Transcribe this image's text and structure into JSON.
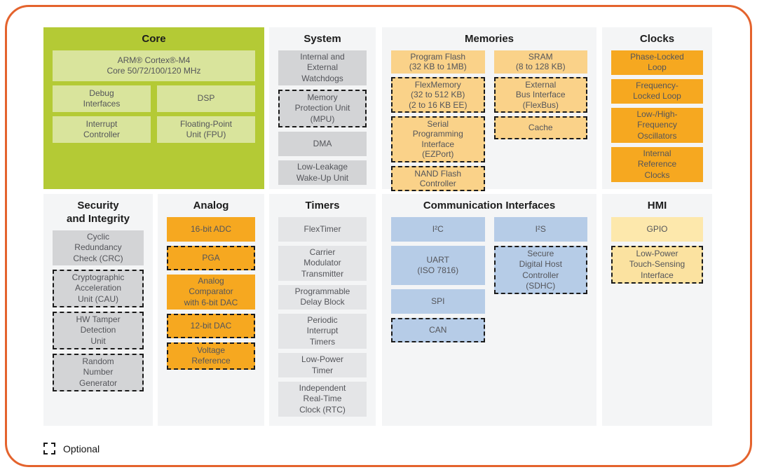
{
  "legend": {
    "label": "Optional"
  },
  "colors": {
    "frame_border": "#e4632d",
    "panel_background": "#f4f5f6",
    "core_panel": "#b4ca35",
    "core_block": "#d9e49c",
    "system_block": "#d3d4d6",
    "timers_block": "#e4e5e7",
    "memories_block": "#fad289",
    "clocks_analog_block": "#f6a820",
    "comm_block": "#b6cce7",
    "hmi_block": "#fde8ac",
    "dashed_optional_border": "#1a1a1a"
  },
  "sections": {
    "core": {
      "title": "Core",
      "blocks": [
        {
          "label": "ARM® Cortex®-M4\nCore 50/72/100/120 MHz",
          "optional": false
        },
        {
          "label": "Debug\nInterfaces",
          "optional": false
        },
        {
          "label": "DSP",
          "optional": false
        },
        {
          "label": "Interrupt\nController",
          "optional": false
        },
        {
          "label": "Floating-Point\nUnit (FPU)",
          "optional": false
        }
      ]
    },
    "system": {
      "title": "System",
      "blocks": [
        {
          "label": "Internal and\nExternal\nWatchdogs",
          "optional": false
        },
        {
          "label": "Memory\nProtection Unit\n(MPU)",
          "optional": true
        },
        {
          "label": "DMA",
          "optional": false
        },
        {
          "label": "Low-Leakage\nWake-Up Unit",
          "optional": false
        }
      ]
    },
    "memories": {
      "title": "Memories",
      "left": [
        {
          "label": "Program Flash\n(32 KB to 1MB)",
          "optional": false
        },
        {
          "label": "FlexMemory\n(32 to 512 KB)\n(2 to 16 KB EE)",
          "optional": true
        },
        {
          "label": "Serial\nProgramming\nInterface\n(EZPort)",
          "optional": true
        },
        {
          "label": "NAND Flash\nController",
          "optional": true
        }
      ],
      "right": [
        {
          "label": "SRAM\n(8 to 128 KB)",
          "optional": false
        },
        {
          "label": "External\nBus Interface\n(FlexBus)",
          "optional": true
        },
        {
          "label": "Cache",
          "optional": true
        }
      ]
    },
    "clocks": {
      "title": "Clocks",
      "blocks": [
        {
          "label": "Phase-Locked\nLoop",
          "optional": false
        },
        {
          "label": "Frequency-\nLocked Loop",
          "optional": false
        },
        {
          "label": "Low-/High-\nFrequency\nOscillators",
          "optional": false
        },
        {
          "label": "Internal\nReference\nClocks",
          "optional": false
        }
      ]
    },
    "security": {
      "title": "Security\nand Integrity",
      "blocks": [
        {
          "label": "Cyclic\nRedundancy\nCheck (CRC)",
          "optional": false
        },
        {
          "label": "Cryptographic\nAcceleration\nUnit (CAU)",
          "optional": true
        },
        {
          "label": "HW Tamper\nDetection\nUnit",
          "optional": true
        },
        {
          "label": "Random\nNumber\nGenerator",
          "optional": true
        }
      ]
    },
    "analog": {
      "title": "Analog",
      "blocks": [
        {
          "label": "16-bit ADC",
          "optional": false
        },
        {
          "label": "PGA",
          "optional": true
        },
        {
          "label": "Analog\nComparator\nwith 6-bit DAC",
          "optional": false
        },
        {
          "label": "12-bit DAC",
          "optional": true
        },
        {
          "label": "Voltage\nReference",
          "optional": true
        }
      ]
    },
    "timers": {
      "title": "Timers",
      "blocks": [
        {
          "label": "FlexTimer",
          "optional": false
        },
        {
          "label": "Carrier\nModulator\nTransmitter",
          "optional": false
        },
        {
          "label": "Programmable\nDelay Block",
          "optional": false
        },
        {
          "label": "Periodic\nInterrupt\nTimers",
          "optional": false
        },
        {
          "label": "Low-Power\nTimer",
          "optional": false
        },
        {
          "label": "Independent\nReal-Time\nClock (RTC)",
          "optional": false
        }
      ]
    },
    "comm": {
      "title": "Communication Interfaces",
      "left": [
        {
          "label": "I²C",
          "optional": false
        },
        {
          "label": "UART\n(ISO 7816)",
          "optional": false
        },
        {
          "label": "SPI",
          "optional": false
        },
        {
          "label": "CAN",
          "optional": true
        }
      ],
      "right": [
        {
          "label": "I²S",
          "optional": false
        },
        {
          "label": "Secure\nDigital Host\nController\n(SDHC)",
          "optional": true
        }
      ]
    },
    "hmi": {
      "title": "HMI",
      "blocks": [
        {
          "label": "GPIO",
          "optional": false
        },
        {
          "label": "Low-Power\nTouch-Sensing\nInterface",
          "optional": true
        }
      ]
    }
  }
}
